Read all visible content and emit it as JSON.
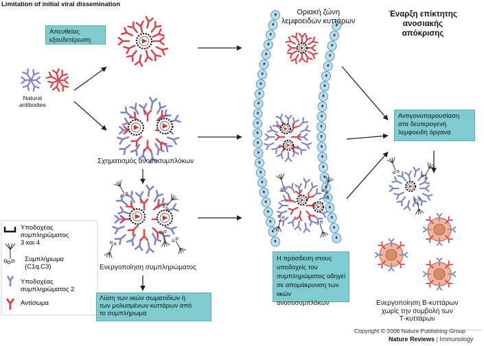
{
  "title": "Limitation of initial viral dissemination",
  "labels": {
    "direct_neutralization": "Απευθείας εξουδετέρωση",
    "natural_antibodies": [
      "Natural",
      "antibodies"
    ],
    "immune_complex_formation": "Σχηματισμός ανοσοσυμπλόκων",
    "complement_activation": "Ενεργοποίηση συμπληρώματος",
    "lysis_box": [
      "Λύση των ιικών σωματιδίων ή",
      "των μολυσμένων κυττάρων από",
      "το συμπλήρωμα"
    ],
    "marginal_zone": [
      "Οριακή ζώνη",
      "λεμφοειδών κυττάρων"
    ],
    "acquired_response": [
      "Έναρξη επίκτητης",
      "ανοσιακής",
      "απόκρισης"
    ],
    "antigen_presentation_box": [
      "Αντιγονοπαρουσίαση",
      "στα δευτερογενή",
      "λεμφοειδή όργανα"
    ],
    "complement_receptor_box": [
      "Η πρόσδεση στους",
      "υποδοχείς του",
      "συμπληρώματος οδηγεί",
      "σε απομάκρυνση των",
      "ιικών ανοσοσυμπλόκων"
    ],
    "b_cell_activation": [
      "Ενεργοποίηση Β-κυττάρων",
      "χωρίς την συμβολή των",
      "Τ-κυττάρων"
    ]
  },
  "legend": {
    "complement_receptor_3_4": [
      "Υποδοχέας",
      "συμπληρώματος",
      "3 και 4"
    ],
    "complement": [
      "Συμπλήρωμα",
      "(C1q,C3)"
    ],
    "complement_receptor_2": [
      "Υποδοχέας",
      "συμπληρώματος 2"
    ],
    "antibody": "Αντίσωμα"
  },
  "footer": {
    "copyright": "Copyright © 2006 Nature Publishing Group",
    "journal": "Nature Reviews",
    "section": "Immunology"
  },
  "colors": {
    "box_fill": "#7ecbd0",
    "red_antibody": "#d9434b",
    "blue_antibody": "#7f86c6",
    "lymphocyte_fill": "#b8def0",
    "virus_dark": "#1a1a1a",
    "b_cell_fill": "#f2b49c"
  }
}
